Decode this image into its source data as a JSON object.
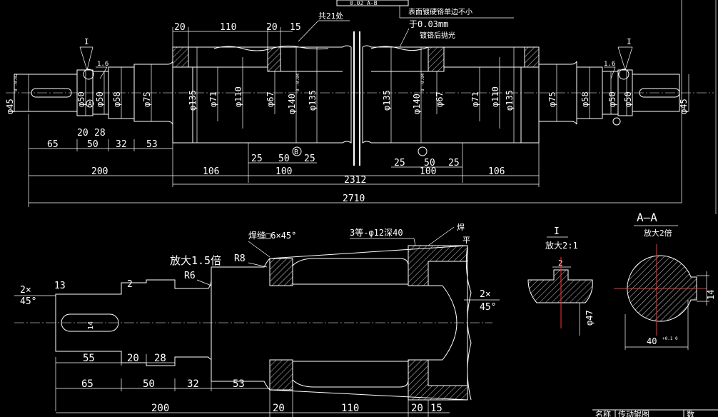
{
  "top_view": {
    "dims_top": [
      "20",
      "110",
      "20",
      "15"
    ],
    "note_count": "共21处",
    "note_surface_1": "表面镀硬铬单边不小",
    "note_surface_2": "于0.03mm",
    "note_surface_3": "镀铬后抛光",
    "frame_top_text": "0.02 A-B",
    "label_I_left": "I",
    "label_I_right": "I",
    "rough_left": "1.6",
    "rough_right": "1.6",
    "dia_labels": [
      "φ45",
      "φ50",
      "φ50",
      "φ58",
      "φ75",
      "φ135",
      "φ71",
      "φ110",
      "φ67",
      "φ140",
      "φ135",
      "φ135",
      "φ140",
      "φ67",
      "φ71",
      "φ110",
      "φ135",
      "φ75",
      "φ58",
      "φ50",
      "φ50",
      "φ45"
    ],
    "tol_45": "0 -0.02",
    "tol_140": "0 -0.04",
    "datum_A": "A",
    "datum_B": "B",
    "dims_bottom_row1": [
      "65",
      "50",
      "32",
      "53"
    ],
    "dims_bottom_row0": [
      "20",
      "28"
    ],
    "dims_mid": [
      "25",
      "50",
      "25",
      "25",
      "50",
      "25"
    ],
    "dims_row2": [
      "200",
      "106",
      "100",
      "100",
      "106"
    ],
    "dim_2312": "2312",
    "dim_2710": "2710"
  },
  "detail_view": {
    "title": "放大1.5倍",
    "r6": "R6",
    "r8": "R8",
    "weld_note": "焊缝□6×45°",
    "hole_note": "3等-φ12深40",
    "weld_flat_1": "焊",
    "weld_flat_2": "平",
    "chamfer_left_1": "2×",
    "chamfer_left_2": "45°",
    "chamfer_right_1": "2×",
    "chamfer_right_2": "45°",
    "dim_13": "13",
    "dim_2": "2",
    "dim_14": "14",
    "dims_row_a": [
      "55",
      "20",
      "28"
    ],
    "dims_row_b": [
      "65",
      "50",
      "32",
      "53"
    ],
    "dims_row_c": [
      "200",
      "20",
      "110",
      "20",
      "15"
    ]
  },
  "section_I": {
    "title": "I",
    "scale": "放大2:1",
    "dim_2": "2",
    "dim_47": "φ47"
  },
  "section_AA": {
    "title": "A—A",
    "scale": "放大2倍",
    "dim_14": "14",
    "dim_40": "40",
    "tol_40": "+0.1 0"
  },
  "title_block": {
    "label_name": "名称",
    "value_name": "传动辊图",
    "label_qty": "数"
  }
}
